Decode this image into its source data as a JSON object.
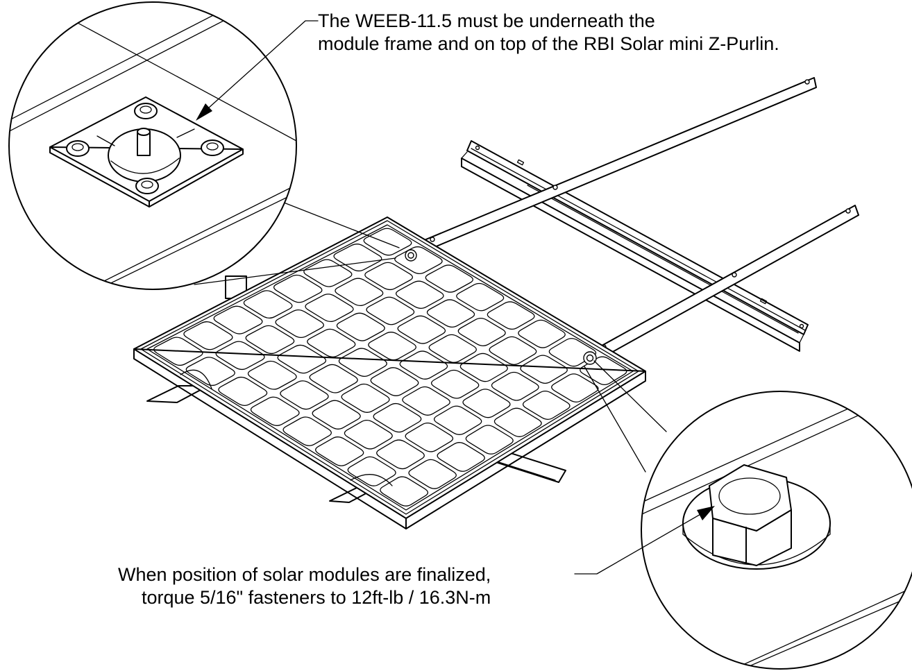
{
  "annotations": {
    "weeb_note": {
      "line1": "The WEEB-11.5 must be underneath the",
      "line2": "module frame and on top of the RBI Solar mini Z-Purlin."
    },
    "torque_note": {
      "line1": "When position of solar modules are finalized,",
      "line2": "torque 5/16\" fasteners to 12ft-lb / 16.3N-m"
    }
  },
  "colors": {
    "line": "#000000",
    "background": "#ffffff"
  },
  "module": {
    "cell_rows": 8,
    "cell_cols": 8
  }
}
